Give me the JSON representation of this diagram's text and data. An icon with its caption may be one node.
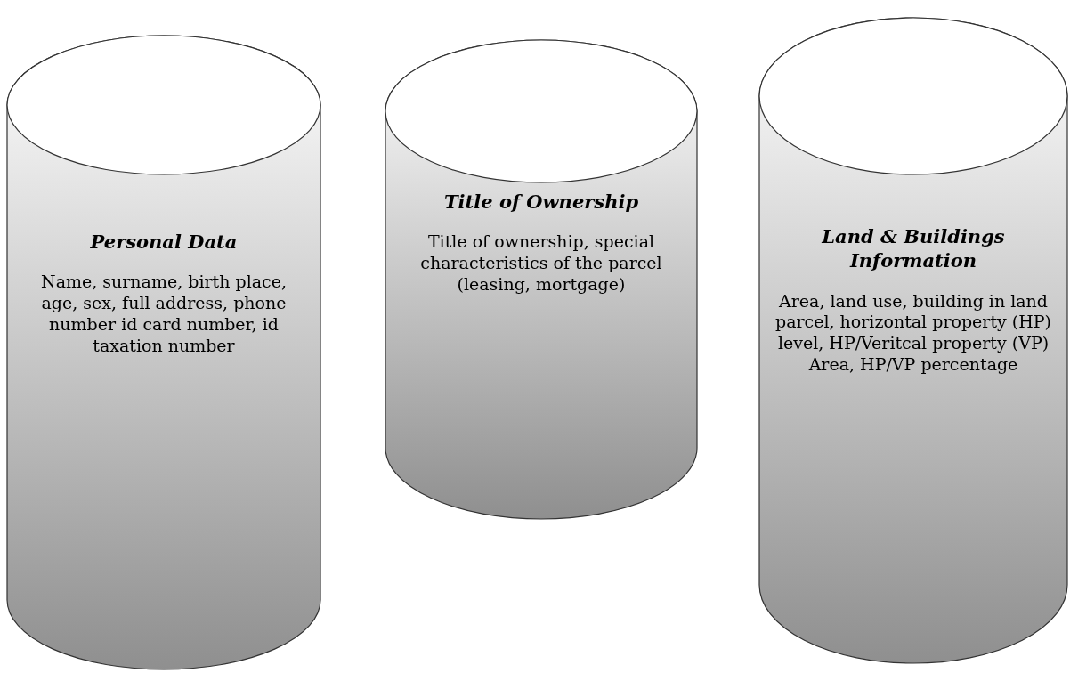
{
  "diagram": {
    "nodes": [
      {
        "text": [
          "Personal Data",
          "Name, surname, birth place, age, sex, full address, phone number id card number, id taxation number"
        ]
      },
      {
        "text": [
          "Title of Ownership",
          "Title of ownership, special characteristics of the parcel (leasing, mortgage)"
        ]
      },
      {
        "text": [
          "Land & Buildings Information",
          "Area, land use, building in land parcel, horizontal property (HP) level, HP/Veritcal property (VP) Area, HP/VP percentage"
        ]
      }
    ]
  }
}
